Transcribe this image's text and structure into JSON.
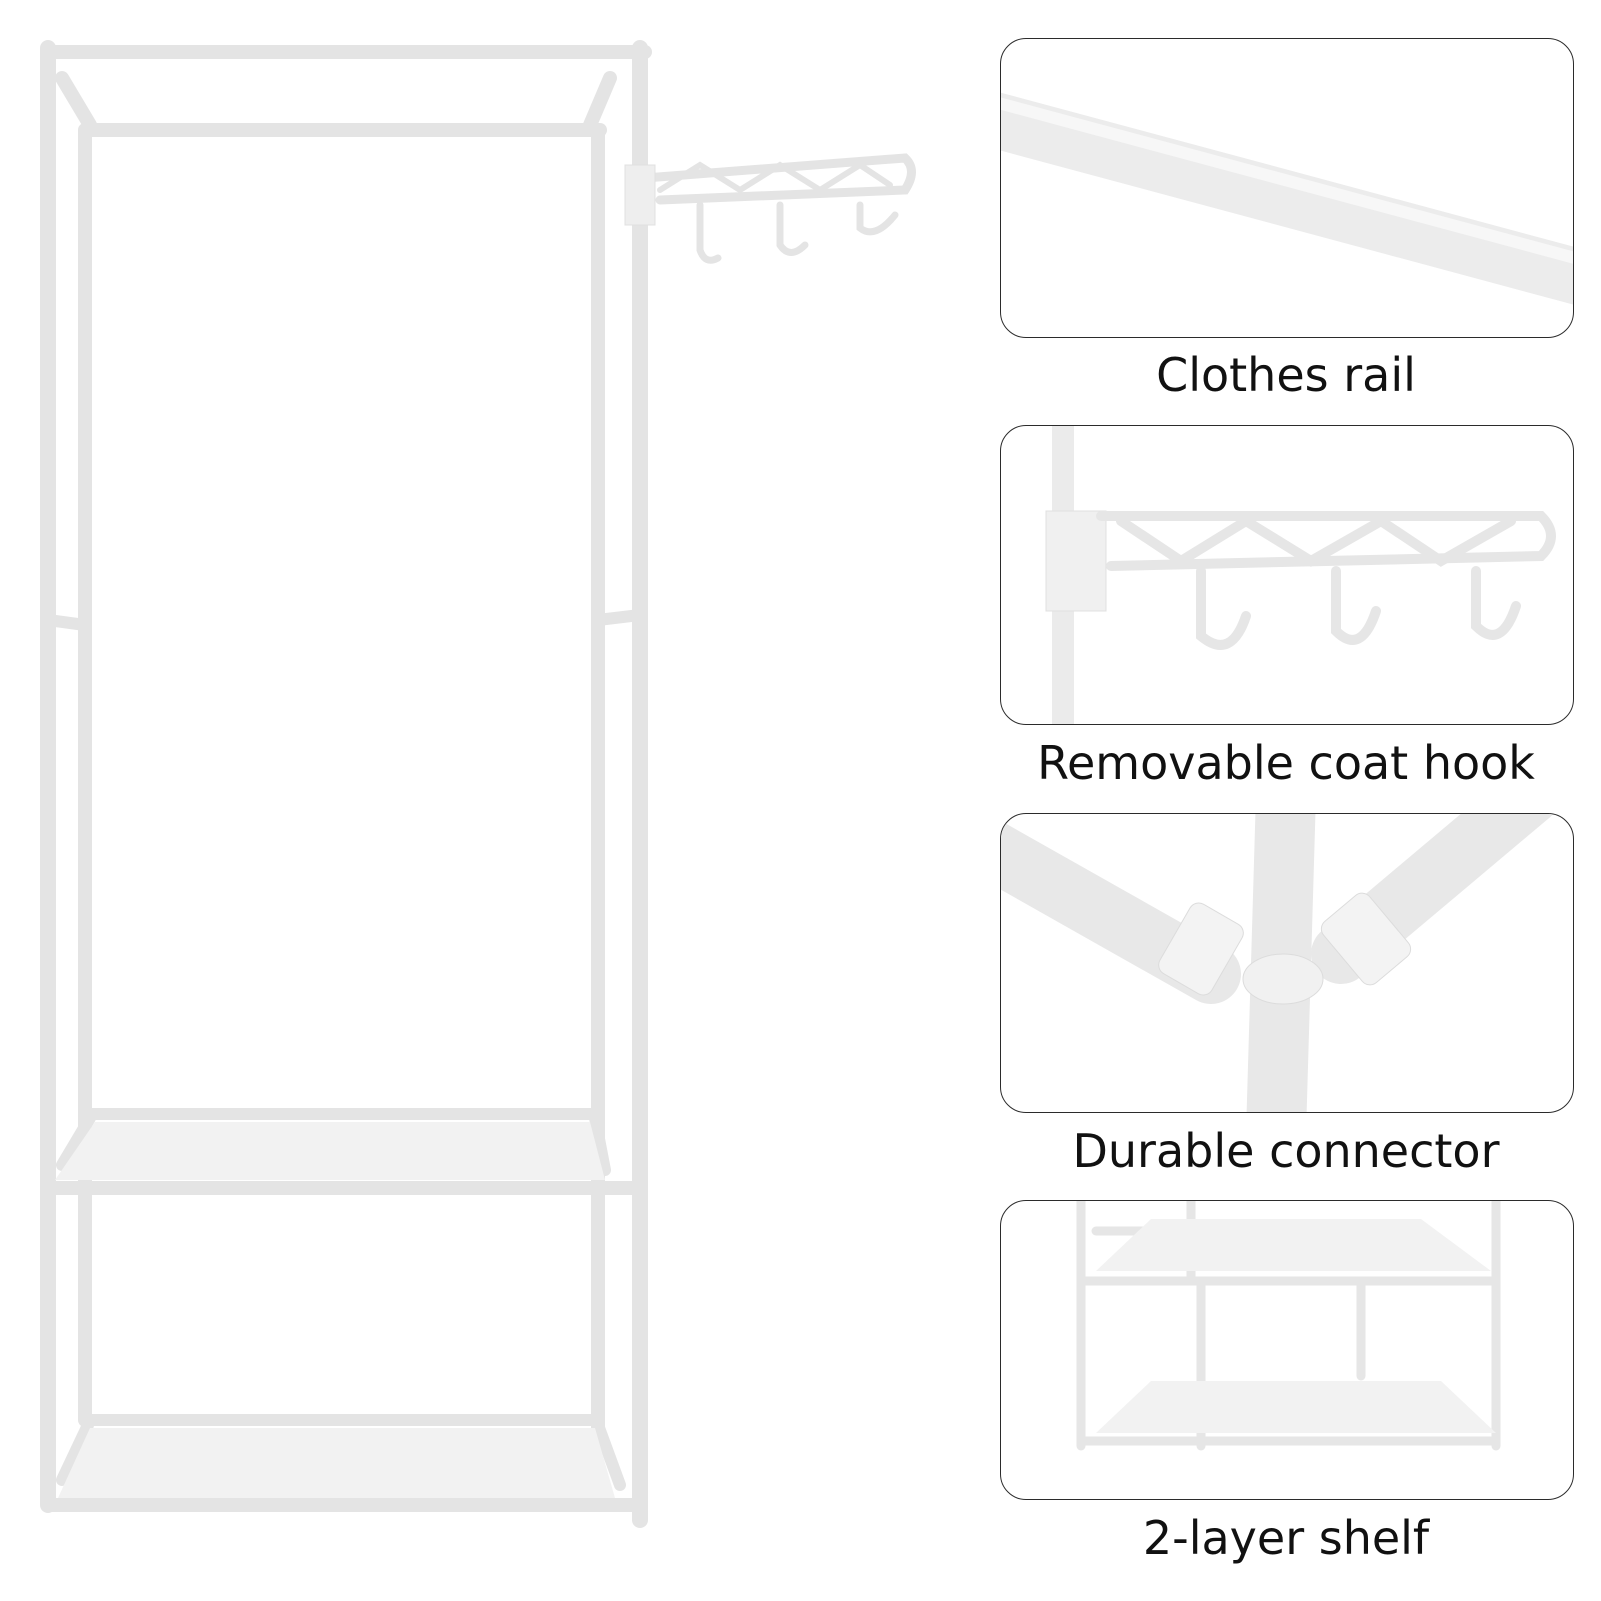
{
  "colors": {
    "frame": "#e6e6e6",
    "frame_shadow": "#d6d6d6",
    "shelf": "#f0f0f0",
    "border": "#2b2b2b",
    "text": "#111111"
  },
  "features": [
    {
      "key": "rail",
      "caption": "Clothes rail"
    },
    {
      "key": "hook",
      "caption": "Removable coat hook"
    },
    {
      "key": "connector",
      "caption": "Durable connector"
    },
    {
      "key": "shelf",
      "caption": "2-layer shelf"
    }
  ]
}
